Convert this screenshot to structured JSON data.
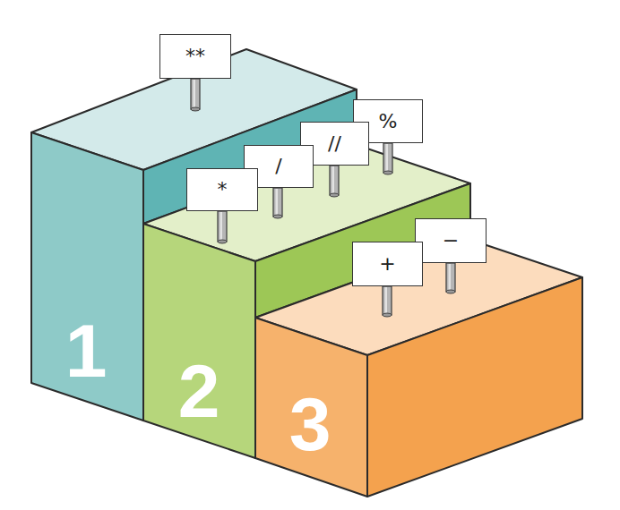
{
  "diagram": {
    "nodes": [
      {
        "text": [
          "1"
        ]
      },
      {
        "text": [
          "2"
        ]
      },
      {
        "text": [
          "3"
        ]
      },
      {
        "text": [
          "**"
        ]
      },
      {
        "text": [
          "*"
        ]
      },
      {
        "text": [
          "/"
        ]
      },
      {
        "text": [
          "//"
        ]
      },
      {
        "text": [
          "%"
        ]
      },
      {
        "text": [
          "+"
        ]
      },
      {
        "text": [
          "−"
        ]
      }
    ]
  }
}
